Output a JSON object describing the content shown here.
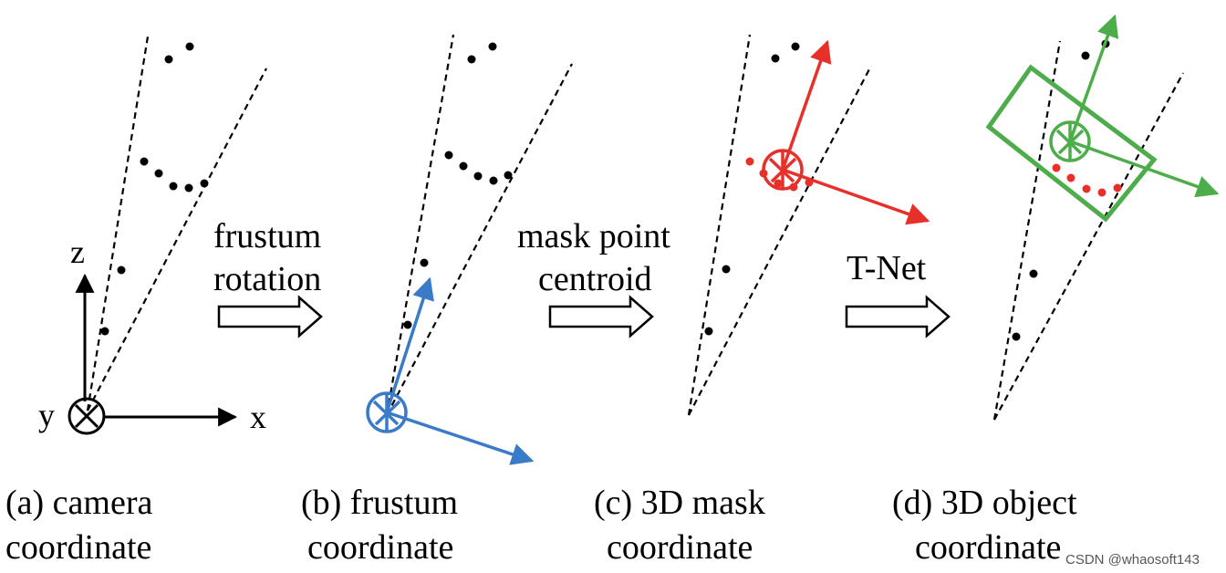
{
  "panels": [
    {
      "id": "a",
      "caption_line1": "(a) camera",
      "caption_line2": "coordinate"
    },
    {
      "id": "b",
      "caption_line1": "(b) frustum",
      "caption_line2": "coordinate"
    },
    {
      "id": "c",
      "caption_line1": "(c) 3D mask",
      "caption_line2": "coordinate"
    },
    {
      "id": "d",
      "caption_line1": "(d) 3D object",
      "caption_line2": "coordinate"
    }
  ],
  "arrows": [
    {
      "line1": "frustum",
      "line2": "rotation"
    },
    {
      "line1": "mask point",
      "line2": "centroid"
    },
    {
      "line1": "T-Net",
      "line2": ""
    }
  ],
  "axes": {
    "z": "z",
    "y": "y",
    "x": "x"
  },
  "colors": {
    "black": "#000000",
    "blue": "#3a7bc8",
    "red": "#e8302b",
    "green": "#4cad4a"
  },
  "watermark": "CSDN @whaosoft143"
}
